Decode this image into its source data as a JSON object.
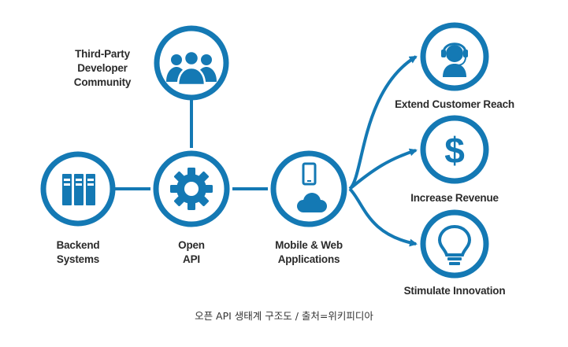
{
  "labels": {
    "developer_line1": "Third-Party",
    "developer_line2": "Developer",
    "developer_line3": "Community",
    "backend_line1": "Backend",
    "backend_line2": "Systems",
    "api_line1": "Open",
    "api_line2": "API",
    "apps_line1": "Mobile & Web",
    "apps_line2": "Applications",
    "reach": "Extend Customer Reach",
    "revenue": "Increase Revenue",
    "innovation": "Stimulate Innovation"
  },
  "caption": "오픈 API 생태계 구조도 / 출처=위키피디아",
  "colors": {
    "accent": "#1479b4",
    "icon": "#1479b4",
    "text": "#2b2b2b",
    "background": "#ffffff"
  },
  "icons": {
    "developer": "people-group-icon",
    "backend": "server-rack-icon",
    "api": "gear-icon",
    "apps": "phone-cloud-icon",
    "reach": "headset-agent-icon",
    "revenue": "dollar-icon",
    "innovation": "lightbulb-icon"
  }
}
